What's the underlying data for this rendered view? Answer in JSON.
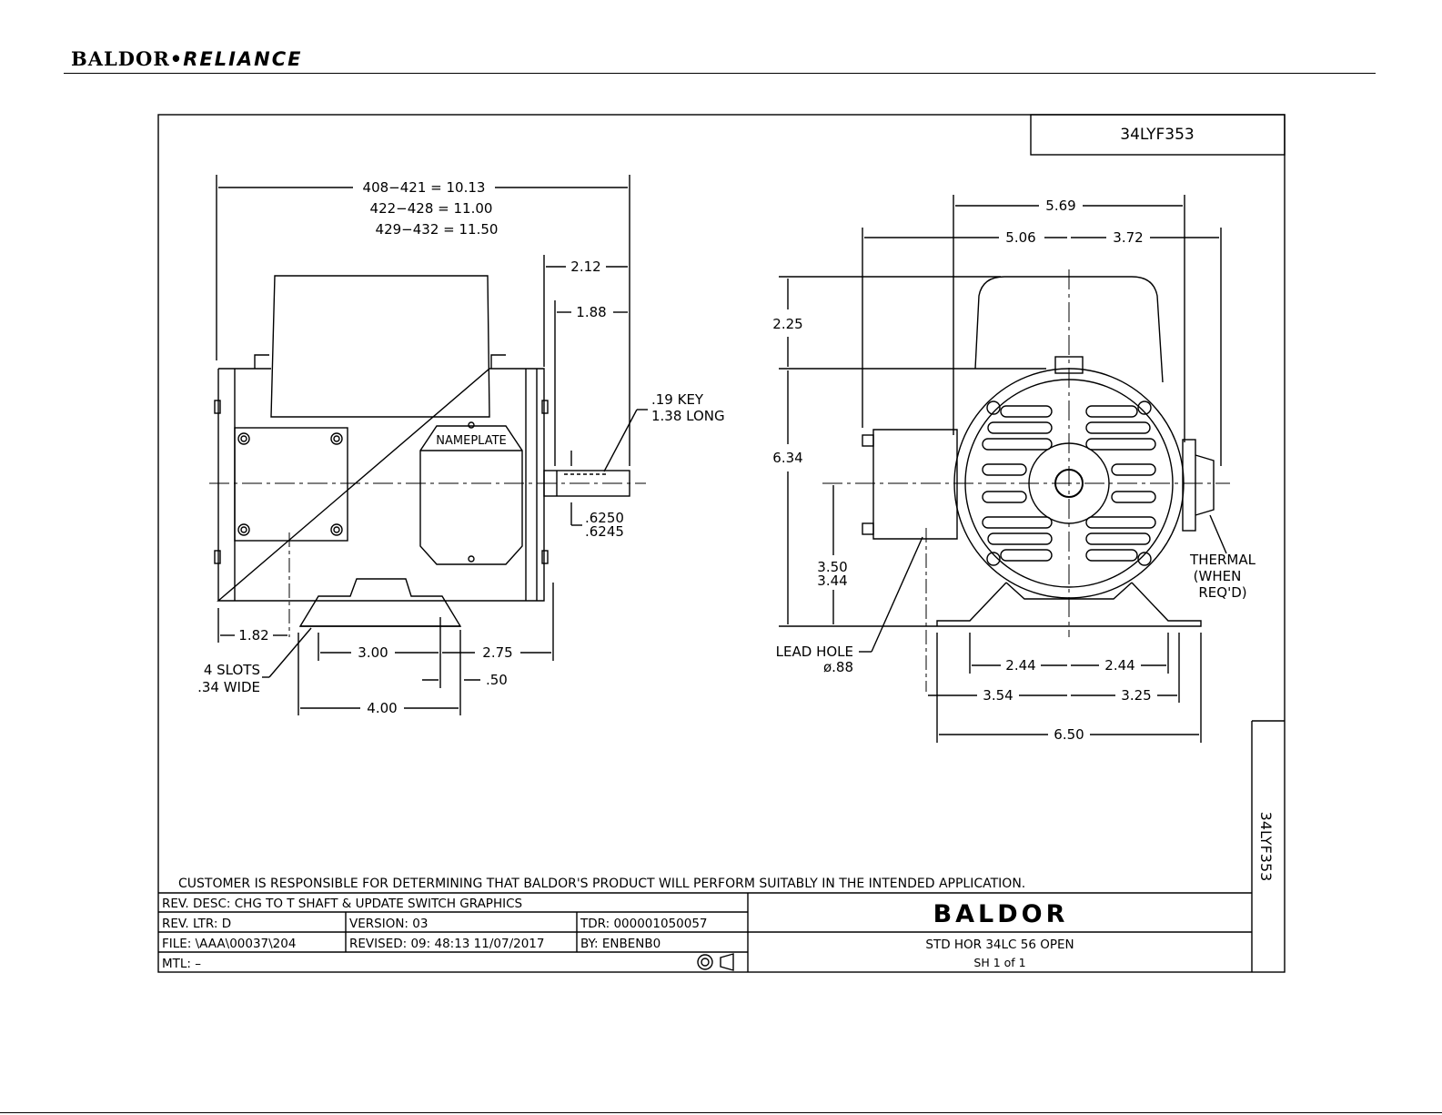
{
  "header": {
    "brand_left": "BALDOR",
    "brand_sep": "•",
    "brand_right": "RELIANCE"
  },
  "drawing": {
    "part_number": "34LYF353",
    "part_number_side": "34LYF353",
    "notice": "CUSTOMER IS RESPONSIBLE FOR DETERMINING THAT BALDOR'S PRODUCT WILL PERFORM SUITABLY IN THE INTENDED APPLICATION.",
    "side_view": {
      "length_a": "408−421  =  10.13",
      "length_b": "422−428  =  11.00",
      "length_c": "429−432  =  11.50",
      "shaft_ext": "2.12",
      "shaft_key_len": "1.88",
      "key_line1": ".19  KEY",
      "key_line2": "1.38  LONG",
      "shaft_dia1": ".6250",
      "shaft_dia2": ".6245",
      "nameplate": "NAMEPLATE",
      "foot_left": "1.82",
      "foot_width": "3.00",
      "foot_right": "2.75",
      "slot_offset": ".50",
      "slot_span": "4.00",
      "slots_line1": "4  SLOTS",
      "slots_line2": ".34  WIDE"
    },
    "end_view": {
      "width_top": "5.69",
      "width_left": "5.06",
      "width_right": "3.72",
      "height_top": "2.25",
      "height_main": "6.34",
      "shaft_h1": "3.50",
      "shaft_h2": "3.44",
      "lead_hole1": "LEAD  HOLE",
      "lead_hole2": "ø.88",
      "thermal1": "THERMAL",
      "thermal2": "(WHEN",
      "thermal3": "REQ'D)",
      "foot_half_l": "2.44",
      "foot_half_r": "2.44",
      "base_l": "3.54",
      "base_r": "3.25",
      "base_total": "6.50"
    }
  },
  "title_block": {
    "rev_desc": "REV.  DESC:   CHG  TO  T  SHAFT  &  UPDATE  SWITCH  GRAPHICS",
    "rev_ltr": "REV.  LTR:   D",
    "version": "VERSION:  03",
    "tdr": "TDR:  000001050057",
    "file": "FILE:  \\AAA\\00037\\204",
    "revised": "REVISED:  09: 48:13  11/07/2017",
    "by": "BY:  ENBENB0",
    "mtl": "MTL:  –",
    "logo": "BALDOR",
    "description": "STD  HOR  34LC  56  OPEN",
    "sheet": "SH  1  of  1"
  }
}
